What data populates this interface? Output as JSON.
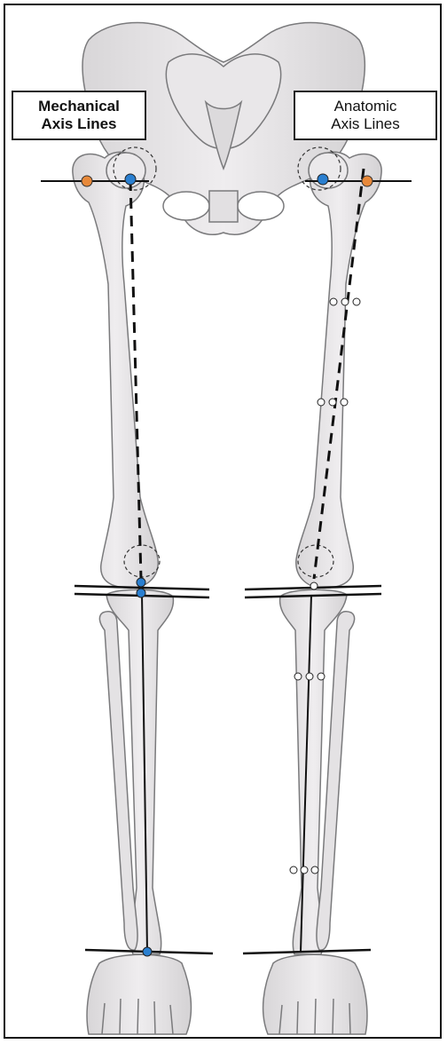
{
  "labels": {
    "mechanical": {
      "line1": "Mechanical",
      "line2": "Axis Lines"
    },
    "anatomic": {
      "line1": "Anatomic",
      "line2": "Axis Lines"
    }
  },
  "colors": {
    "bone_fill": "#e6e4e6",
    "bone_outline": "#7a7a7c",
    "axis_line": "#111111",
    "hip_center_marker": "#2a7fd0",
    "trochanter_marker": "#e8893a",
    "hollow_marker": "#ffffff"
  },
  "icons": {
    "hip_center": "filled-blue-circle",
    "greater_trochanter": "filled-orange-circle",
    "shaft_midpoint": "hollow-circle-pair"
  }
}
